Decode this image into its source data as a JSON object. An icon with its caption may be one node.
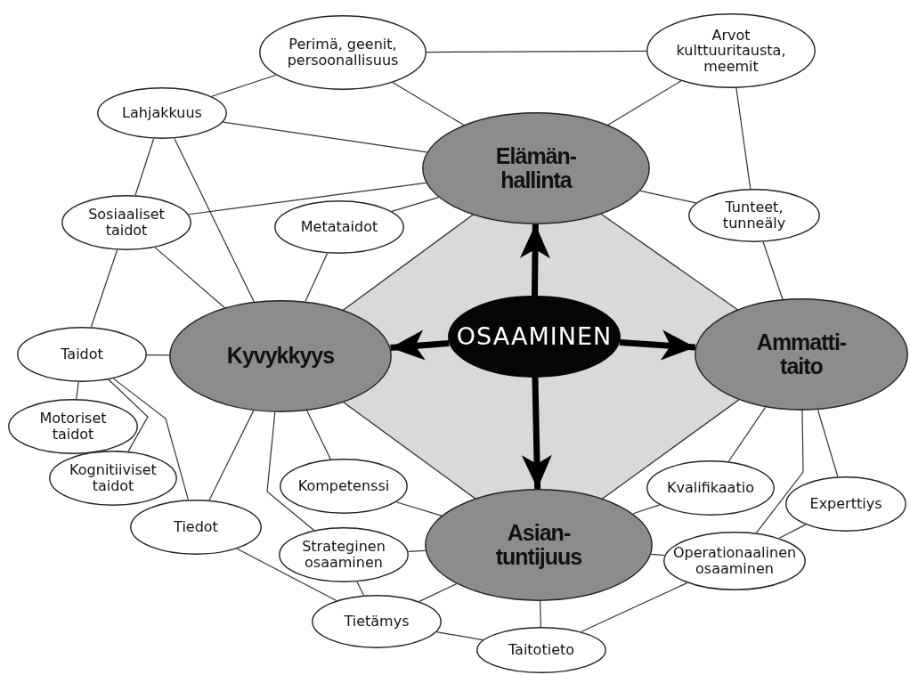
{
  "diagram": {
    "nodes": [
      {
        "text": [
          "OSAAMINEN"
        ]
      },
      {
        "text": [
          "Elämän- hallinta"
        ]
      },
      {
        "text": [
          "Kyvykkyys"
        ]
      },
      {
        "text": [
          "Ammatti- taito"
        ]
      },
      {
        "text": [
          "Asian- tuntijuus"
        ]
      },
      {
        "text": [
          "Perimä, geenit, persoonallisuus"
        ]
      },
      {
        "text": [
          "Arvot kulttuuritausta, meemit"
        ]
      },
      {
        "text": [
          "Lahjakkuus"
        ]
      },
      {
        "text": [
          "Sosiaaliset taidot"
        ]
      },
      {
        "text": [
          "Metataidot"
        ]
      },
      {
        "text": [
          "Tunteet, tunneäly"
        ]
      },
      {
        "text": [
          "Taidot"
        ]
      },
      {
        "text": [
          "Motoriset taidot"
        ]
      },
      {
        "text": [
          "Kognitiiviset taidot"
        ]
      },
      {
        "text": [
          "Tiedot"
        ]
      },
      {
        "text": [
          "Kompetenssi"
        ]
      },
      {
        "text": [
          "Strateginen osaaminen"
        ]
      },
      {
        "text": [
          "Tietämys"
        ]
      },
      {
        "text": [
          "Taitotieto"
        ]
      },
      {
        "text": [
          "Kvalifikaatio"
        ]
      },
      {
        "text": [
          "Experttiys"
        ]
      },
      {
        "text": [
          "Operationaalinen osaaminen"
        ]
      }
    ],
    "edges": [
      {
        "from": 0,
        "to": 1,
        "arrow": "to",
        "style": "thick"
      },
      {
        "from": 0,
        "to": 2,
        "arrow": "to",
        "style": "thick"
      },
      {
        "from": 0,
        "to": 3,
        "arrow": "to",
        "style": "thick"
      },
      {
        "from": 0,
        "to": 4,
        "arrow": "to",
        "style": "thick"
      },
      {
        "from": 5,
        "to": 7,
        "arrow": "none"
      },
      {
        "from": 5,
        "to": 6,
        "arrow": "none"
      },
      {
        "from": 5,
        "to": 1,
        "arrow": "none"
      },
      {
        "from": 7,
        "to": 1,
        "arrow": "none"
      },
      {
        "from": 8,
        "to": 1,
        "arrow": "none"
      },
      {
        "from": 7,
        "to": 8,
        "arrow": "none"
      },
      {
        "from": 7,
        "to": 2,
        "arrow": "none"
      },
      {
        "from": 9,
        "to": 1,
        "arrow": "none"
      },
      {
        "from": 9,
        "to": 2,
        "arrow": "none"
      },
      {
        "from": 8,
        "to": 2,
        "arrow": "none"
      },
      {
        "from": 8,
        "to": 11,
        "arrow": "none"
      },
      {
        "from": 6,
        "to": 1,
        "arrow": "none"
      },
      {
        "from": 6,
        "to": 10,
        "arrow": "none"
      },
      {
        "from": 1,
        "to": 10,
        "arrow": "none"
      },
      {
        "from": 10,
        "to": 3,
        "arrow": "none"
      },
      {
        "from": 11,
        "to": 2,
        "arrow": "none"
      },
      {
        "from": 11,
        "to": 12,
        "arrow": "none"
      },
      {
        "from": 11,
        "to": 13,
        "arrow": "none"
      },
      {
        "from": 11,
        "to": 14,
        "arrow": "none"
      },
      {
        "from": 2,
        "to": 14,
        "arrow": "none"
      },
      {
        "from": 2,
        "to": 16,
        "arrow": "none"
      },
      {
        "from": 2,
        "to": 15,
        "arrow": "none"
      },
      {
        "from": 15,
        "to": 4,
        "arrow": "none"
      },
      {
        "from": 16,
        "to": 4,
        "arrow": "none"
      },
      {
        "from": 16,
        "to": 17,
        "arrow": "none"
      },
      {
        "from": 14,
        "to": 17,
        "arrow": "none"
      },
      {
        "from": 17,
        "to": 4,
        "arrow": "none"
      },
      {
        "from": 17,
        "to": 18,
        "arrow": "none"
      },
      {
        "from": 4,
        "to": 18,
        "arrow": "none"
      },
      {
        "from": 18,
        "to": 21,
        "arrow": "none"
      },
      {
        "from": 4,
        "to": 21,
        "arrow": "none"
      },
      {
        "from": 4,
        "to": 19,
        "arrow": "none"
      },
      {
        "from": 19,
        "to": 3,
        "arrow": "none"
      },
      {
        "from": 21,
        "to": 3,
        "arrow": "none"
      },
      {
        "from": 20,
        "to": 3,
        "arrow": "none"
      },
      {
        "from": 21,
        "to": 20,
        "arrow": "none"
      }
    ]
  }
}
